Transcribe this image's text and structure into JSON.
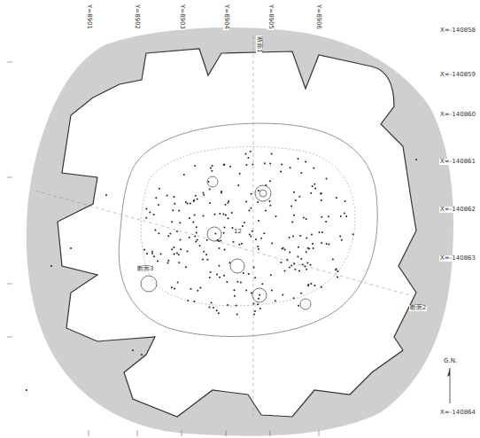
{
  "diagram": {
    "labels": [
      "Y=8901",
      "Y=8902",
      "Y=8903",
      "Y=8904",
      "Y=8905",
      "Y=8906",
      "X=-140858",
      "X=-140859",
      "X=-140860",
      "X=-140861",
      "X=-140862",
      "X=-140863",
      "X=-140864",
      "断面1",
      "断面2",
      "断面3",
      "12",
      "G.N."
    ]
  }
}
